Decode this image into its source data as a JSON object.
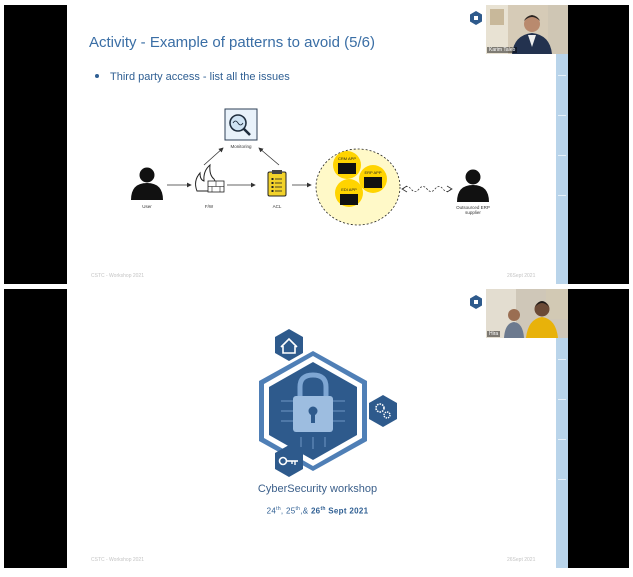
{
  "slide1": {
    "title": "Activity - Example of patterns to avoid (5/6)",
    "bullet": "Third party access - list all the issues",
    "labels": {
      "user": "User",
      "monitoring": "Monitoring",
      "firewall": "F/W",
      "acl": "ACL",
      "crm": "CRM APP",
      "erp": "ERP APP",
      "edi": "EDI APP",
      "supplier_line1": "Outsourced ERP",
      "supplier_line2": "supplier"
    },
    "footer_left": "CSTC - Workshop 2021",
    "footer_right": "26Sept 2021",
    "participant_name": "Karim Taleb"
  },
  "slide2": {
    "workshop_title": "CyberSecurity workshop",
    "dates": {
      "d1": "24",
      "d1_suffix": "th",
      "sep1": ", ",
      "d2": "25",
      "d2_suffix": "th",
      "sep2": ",& ",
      "d3": "26",
      "d3_suffix": "th",
      "rest": " Sept 2021"
    },
    "footer_left": "CSTC - Workshop 2021",
    "footer_right": "26Sept 2021",
    "participant_name": "Hira"
  },
  "colors": {
    "accent_blue": "#3a6ea5",
    "hex_dark": "#2e5a8c",
    "hex_light": "#4f7fb6",
    "app_yellow": "#ffd400",
    "cluster_fill": "#fff9c8"
  },
  "icons": [
    "user-icon",
    "firewall-icon",
    "monitoring-icon",
    "acl-icon",
    "supplier-icon",
    "lock-icon",
    "home-icon",
    "gears-icon",
    "key-icon"
  ]
}
